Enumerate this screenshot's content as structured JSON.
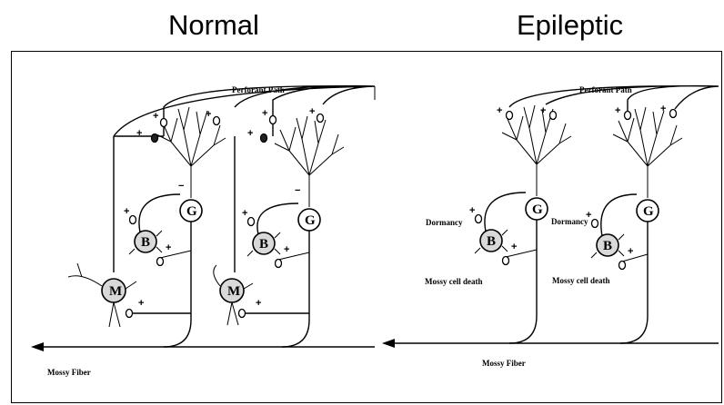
{
  "titles": {
    "normal": "Normal",
    "epileptic": "Epileptic"
  },
  "labels": {
    "perforant_path": "Perforant Path",
    "mossy_fiber": "Mossy Fiber",
    "dormancy": "Dormancy",
    "mossy_cell_death": "Mossy cell death"
  },
  "cells": {
    "granule": "G",
    "basket": "B",
    "mossy": "M"
  },
  "signs": {
    "plus": "+",
    "minus": "−"
  }
}
